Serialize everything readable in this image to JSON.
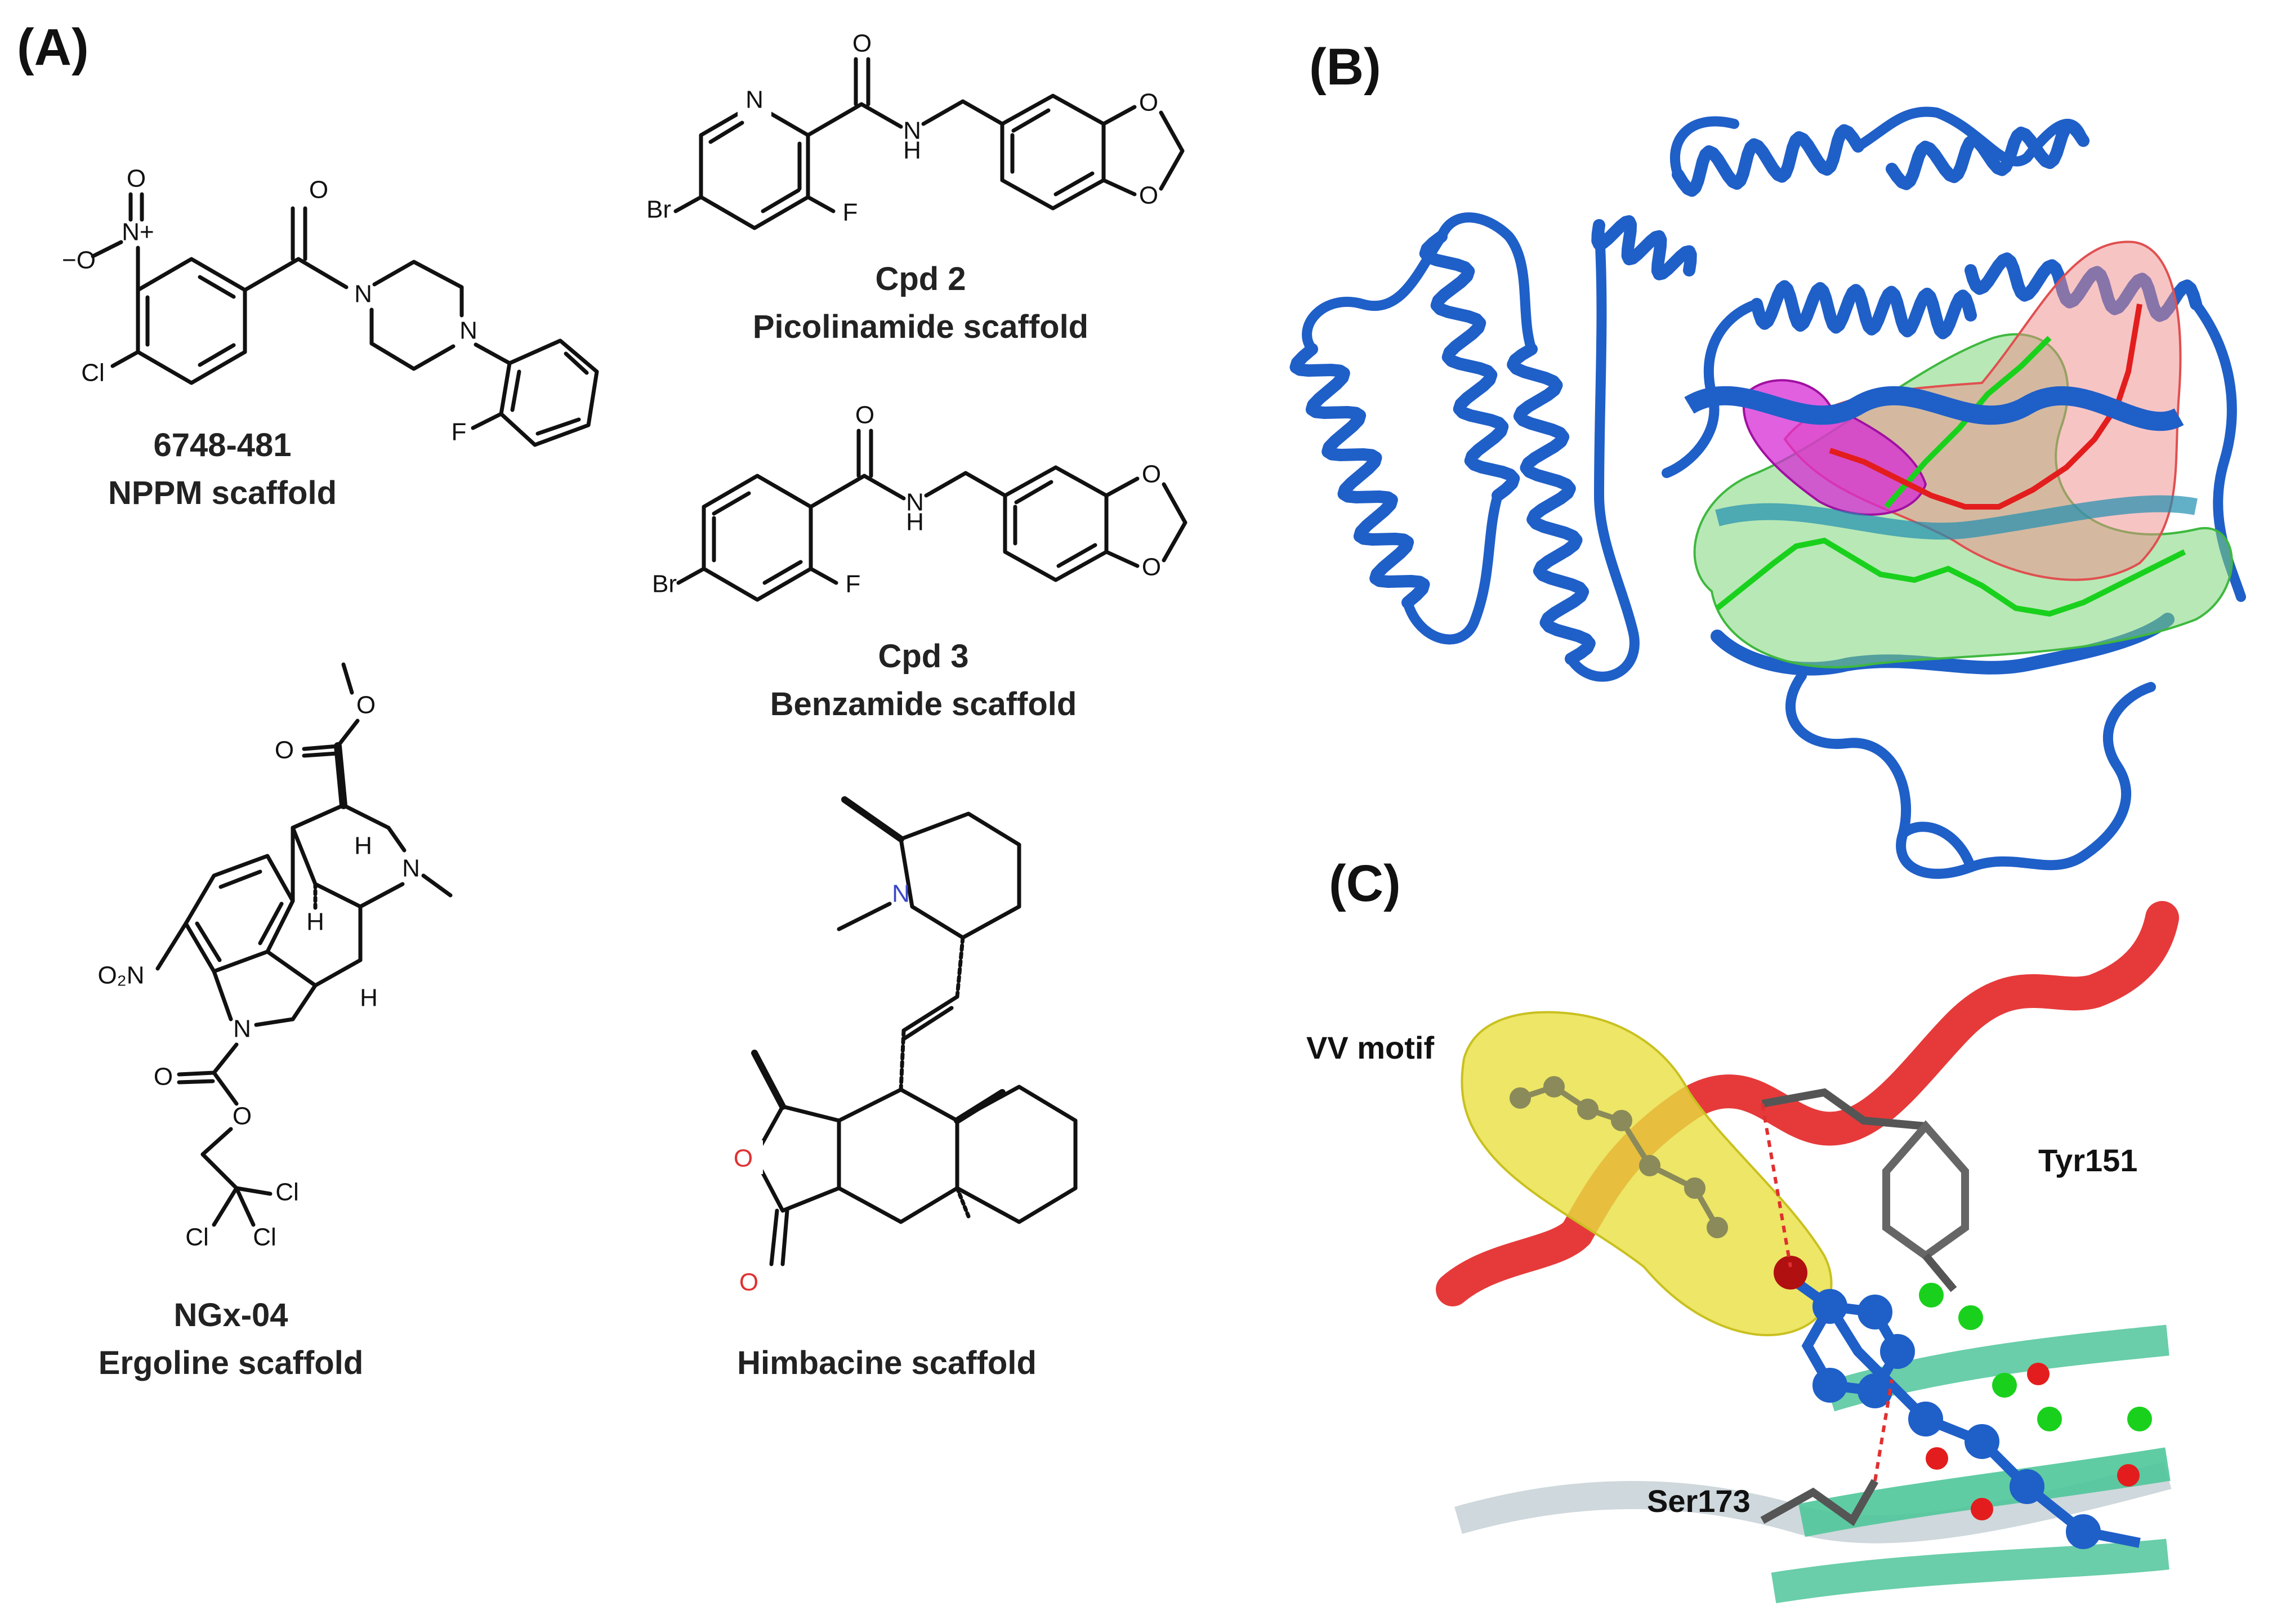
{
  "panels": {
    "a": "(A)",
    "b": "(B)",
    "c": "(C)"
  },
  "compounds": [
    {
      "id": "6748-481",
      "scaffold": "NPPM scaffold"
    },
    {
      "id": "Cpd 2",
      "scaffold": "Picolinamide scaffold"
    },
    {
      "id": "Cpd 3",
      "scaffold": "Benzamide scaffold"
    },
    {
      "id": "NGx-04",
      "scaffold": "Ergoline scaffold"
    },
    {
      "id": "",
      "scaffold": "Himbacine scaffold"
    }
  ],
  "atoms": {
    "O": "O",
    "N": "N",
    "Nplus": "N+",
    "Ominus": "−O",
    "Cl": "Cl",
    "F": "F",
    "Br": "Br",
    "H": "H",
    "NH": "N",
    "Hlabel": "H",
    "O2N": "O₂N"
  },
  "structure_labels": {
    "vv_motif": "VV motif",
    "tyr151": "Tyr151",
    "ser173": "Ser173"
  },
  "colors": {
    "ribbon_blue": "#1f5fc8",
    "ribbon_red": "#e63a3a",
    "sheet_green": "#4fc69a",
    "ligand_green": "#19d11c",
    "ligand_red": "#e31d1d",
    "ligand_magenta": "#d62bd6",
    "surface_yellow": "#e8e040"
  }
}
